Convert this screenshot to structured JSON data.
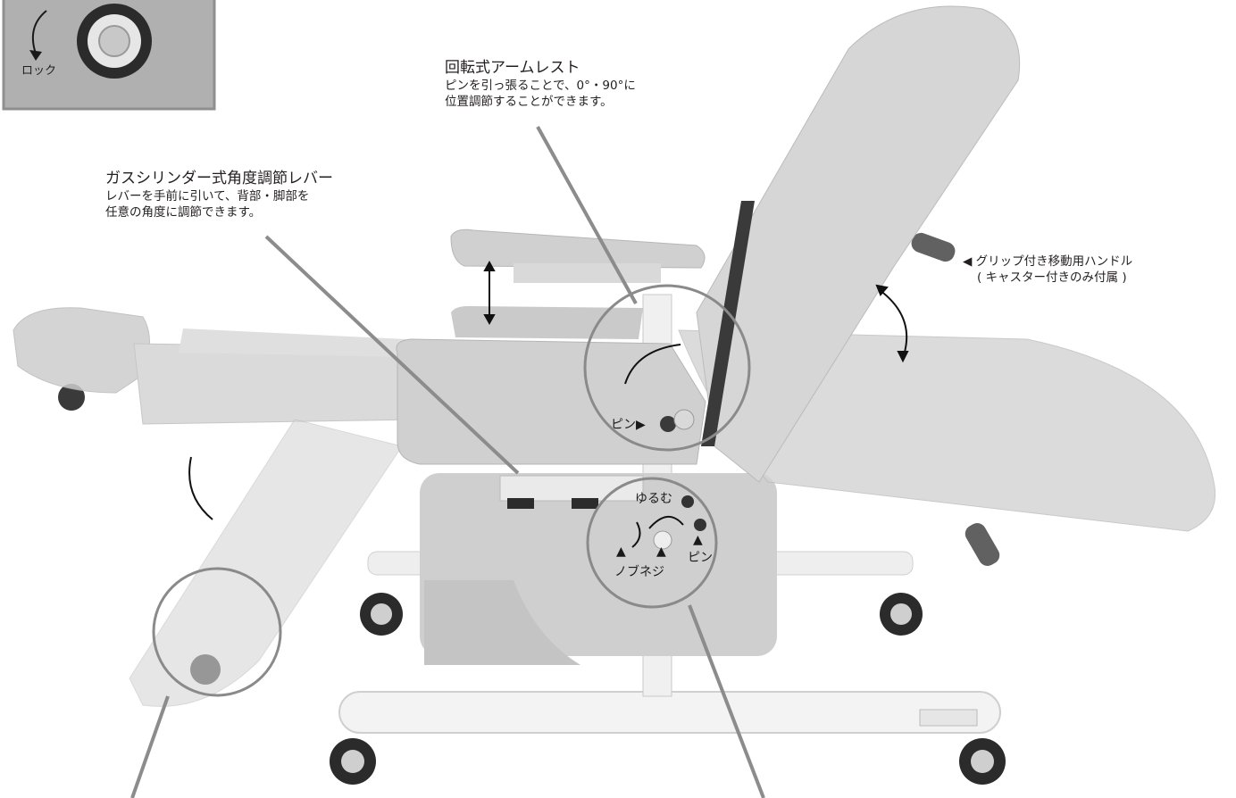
{
  "inset": {
    "lock_label": "ロック"
  },
  "armrest": {
    "title": "回転式アームレスト",
    "desc_line1": "ピンを引っ張ることで、0°・90°に",
    "desc_line2": "位置調節することができます。"
  },
  "gas_lever": {
    "title": "ガスシリンダー式角度調節レバー",
    "desc_line1": "レバーを手前に引いて、背部・脚部を",
    "desc_line2": "任意の角度に調節できます。"
  },
  "handle": {
    "line1": "◀ グリップ付き移動用ハンドル",
    "line2": "( キャスター付きのみ付属 )"
  },
  "markers": {
    "pin_arrow": "ピン▶",
    "loosen": "ゆるむ",
    "knob_screw": "ノブネジ",
    "pin": "ピン",
    "triangle": "▲"
  },
  "colors": {
    "text": "#231f20",
    "chair": "#c9c9c9",
    "frame": "#f1f1f1",
    "pointer": "#8c8c8c"
  }
}
